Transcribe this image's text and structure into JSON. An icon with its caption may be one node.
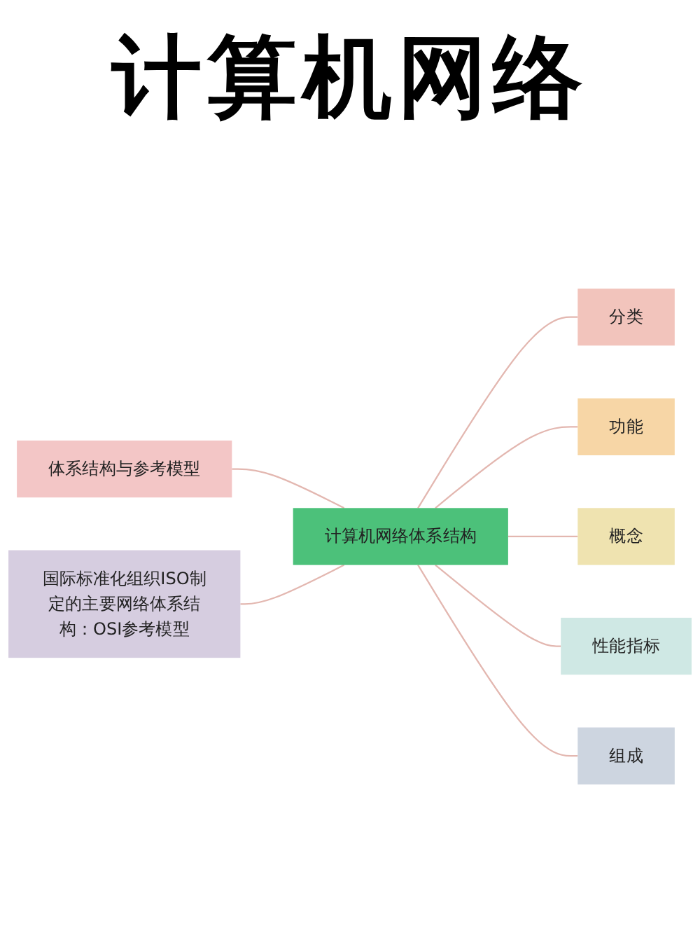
{
  "diagram": {
    "title": "计算机网络",
    "nodes": [
      {
        "text": [
          "计算机网络体系结构"
        ]
      },
      {
        "text": [
          "分类"
        ]
      },
      {
        "text": [
          "功能"
        ]
      },
      {
        "text": [
          "概念"
        ]
      },
      {
        "text": [
          "性能指标"
        ]
      },
      {
        "text": [
          "组成"
        ]
      },
      {
        "text": [
          "体系结构与参考模型"
        ]
      },
      {
        "text": [
          "国际标准化组织ISO制定的主要网络体系结构：OSI参考模型"
        ]
      }
    ],
    "edges": [
      {
        "from": 0,
        "to": 1,
        "arrow": "none"
      },
      {
        "from": 0,
        "to": 2,
        "arrow": "none"
      },
      {
        "from": 0,
        "to": 3,
        "arrow": "none"
      },
      {
        "from": 0,
        "to": 4,
        "arrow": "none"
      },
      {
        "from": 0,
        "to": 5,
        "arrow": "none"
      },
      {
        "from": 0,
        "to": 6,
        "arrow": "none"
      },
      {
        "from": 0,
        "to": 7,
        "arrow": "none"
      }
    ]
  }
}
